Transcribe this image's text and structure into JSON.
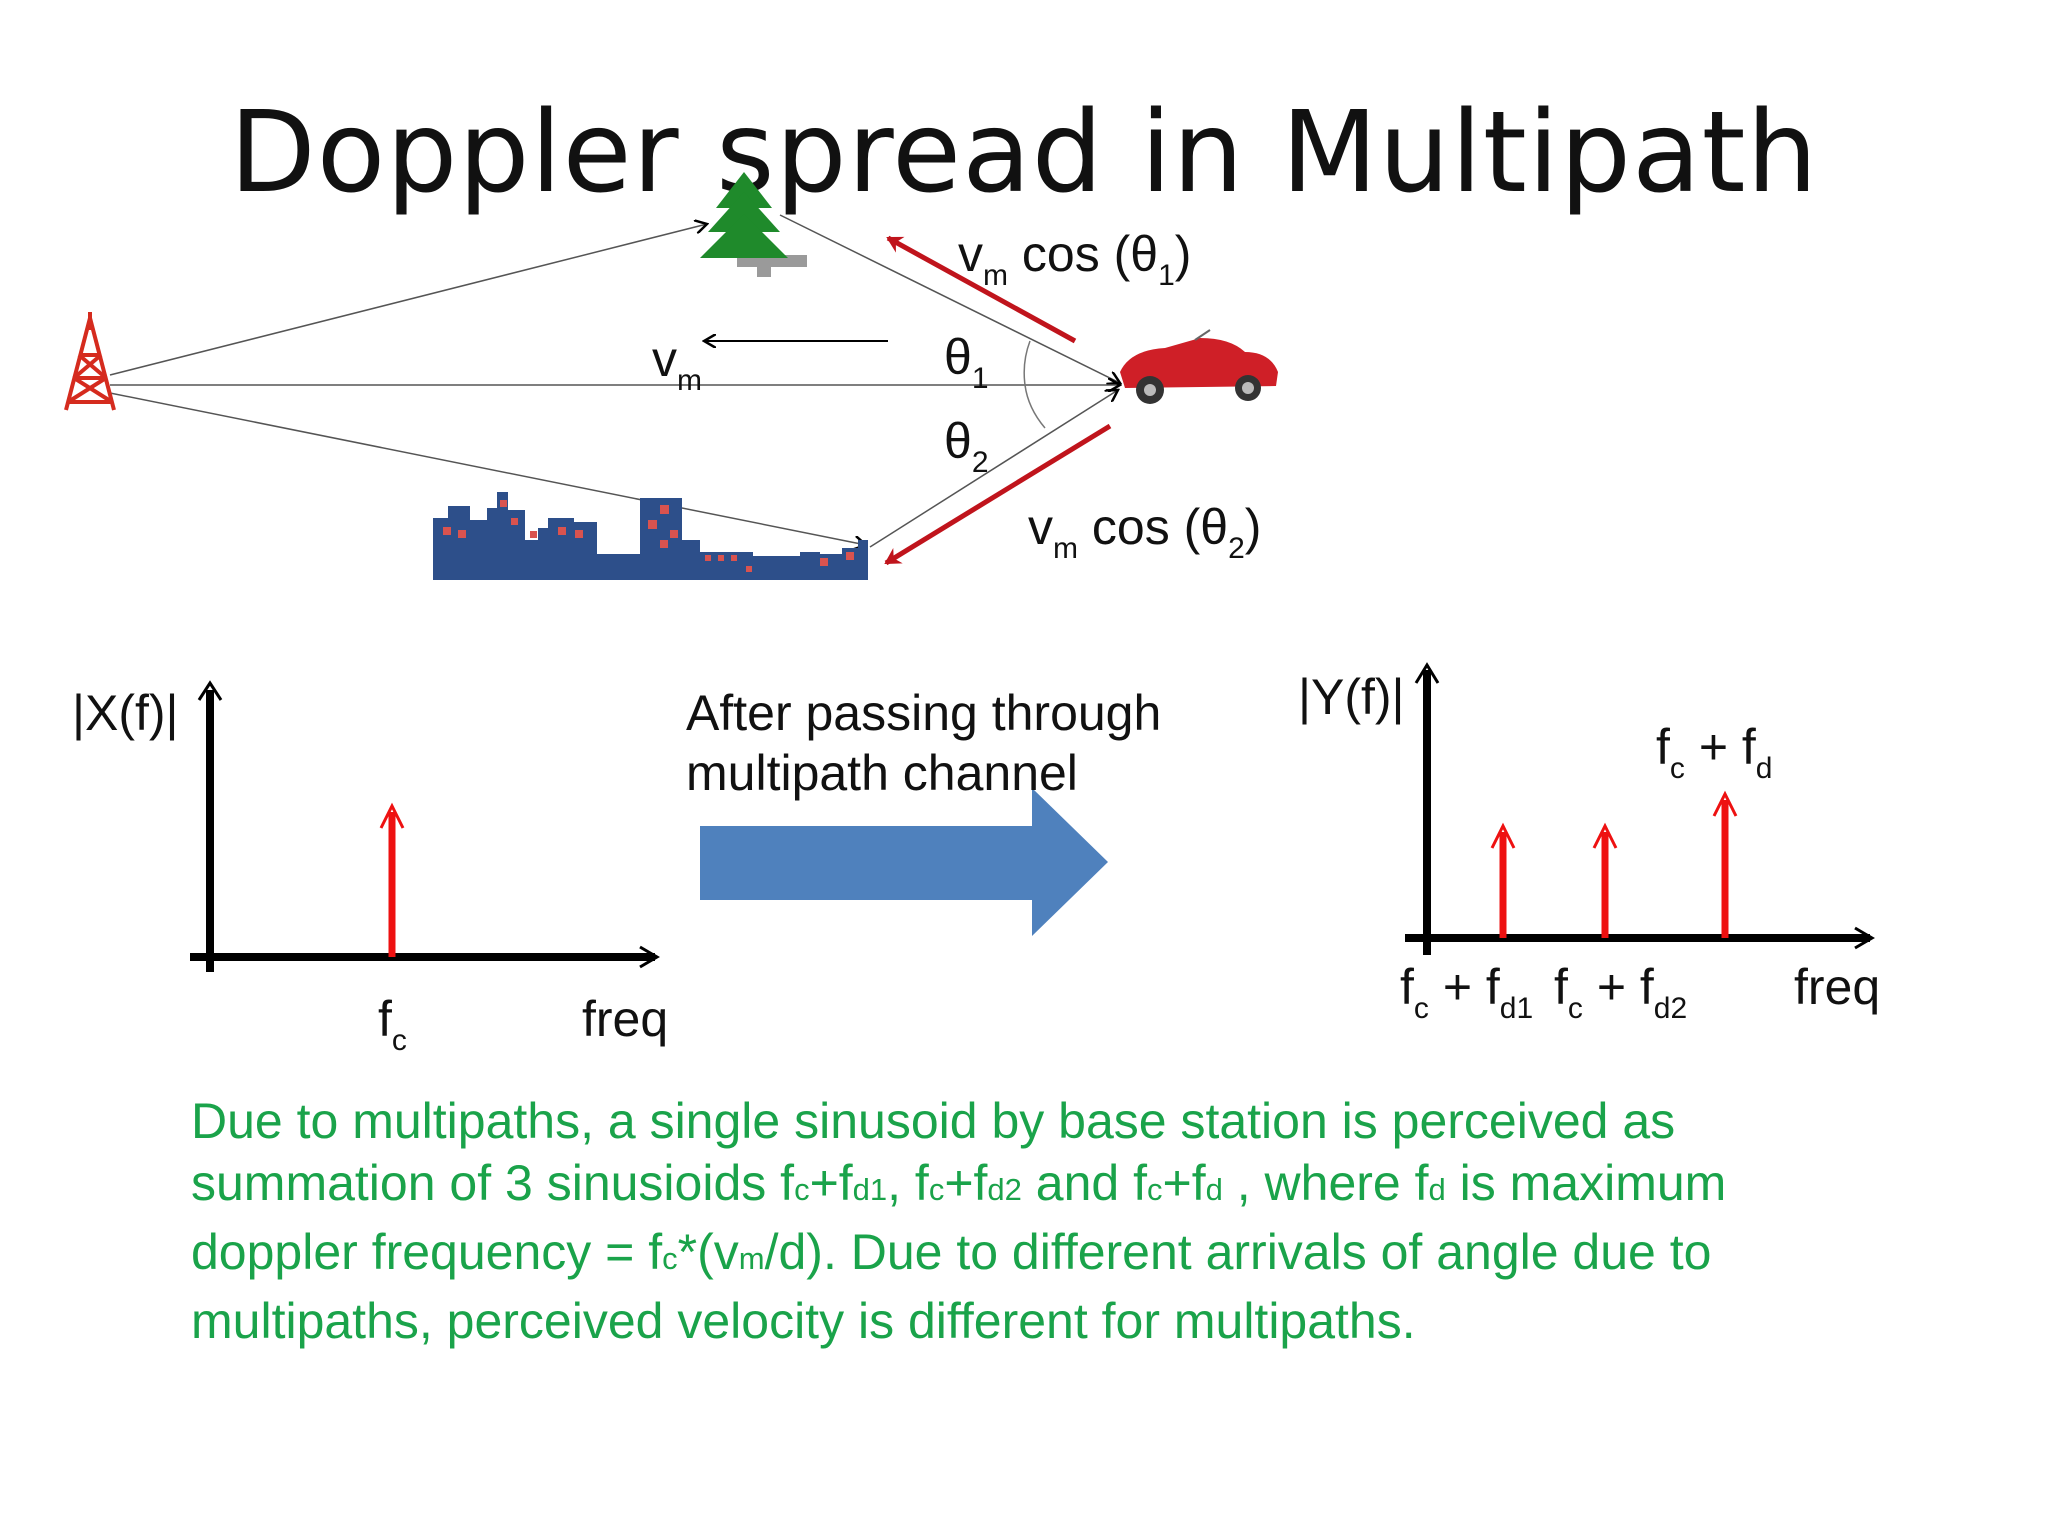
{
  "title": "Doppler spread in Multipath",
  "labels": {
    "vm_cos_theta1": {
      "v": "v",
      "m": "m",
      "cos": "cos (θ",
      "sub": "1",
      "close": ")"
    },
    "vm_cos_theta2": {
      "v": "v",
      "m": "m",
      "cos": "cos (θ",
      "sub": "2",
      "close": ")"
    },
    "vm_arrow": {
      "v": "v",
      "m": "m"
    },
    "theta1": {
      "t": "θ",
      "sub": "1"
    },
    "theta2": {
      "t": "θ",
      "sub": "2"
    }
  },
  "input_spectrum": {
    "ylabel": "|X(f)|",
    "xlabel": "freq",
    "impulse": {
      "f": "f",
      "sub": "c"
    }
  },
  "transition": {
    "line1": "After passing through",
    "line2": "multipath channel",
    "arrow_color": "#4f81bd"
  },
  "output_spectrum": {
    "ylabel": "|Y(f)|",
    "xlabel": "freq",
    "impulses": [
      {
        "f": "f",
        "sub_c": "c",
        "plus": "+ f",
        "sub_d": "d1"
      },
      {
        "f": "f",
        "sub_c": "c",
        "plus": "+ f",
        "sub_d": "d2"
      },
      {
        "f": "f",
        "sub_c": "c",
        "plus": "+ f",
        "sub_d": "d"
      }
    ]
  },
  "note": {
    "line1": "Due to multipaths, a single sinusoid by base station is perceived as",
    "l2a": "summation of 3 sinusioids f",
    "l2b": "c",
    "l2c": "+f",
    "l2d": "d1",
    "l2e": ", f",
    "l2f": "c",
    "l2g": "+f",
    "l2h": "d2",
    "l2i": " and f",
    "l2j": "c",
    "l2k": "+f",
    "l2l": "d",
    "l2m": " , where f",
    "l2n": "d",
    "l2o": " is maximum",
    "l3a": "doppler frequency = f",
    "l3b": "c",
    "l3c": "*(v",
    "l3d": "m",
    "l3e": "/d). Due to different arrivals of angle due to",
    "line4": "multipaths, perceived velocity is different for multipaths."
  },
  "colors": {
    "red_arrow": "#c0141c",
    "impulse": "#ee1111",
    "note_text": "#1aa34a",
    "tower": "#d52b1e",
    "tree": "#1f8a2b",
    "city": "#2d4f8a",
    "window": "#d9534f"
  }
}
